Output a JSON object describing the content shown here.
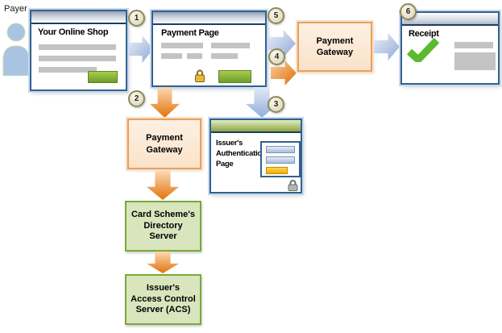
{
  "diagram": {
    "payer_label": "Payer",
    "steps": [
      "1",
      "2",
      "3",
      "4",
      "5",
      "6"
    ],
    "windows": {
      "shop": {
        "title": "Your Online Shop"
      },
      "payment_page": {
        "title": "Payment Page"
      },
      "receipt": {
        "title": "Receipt"
      },
      "issuer_auth": {
        "title": "Issuer's\nAuthentication\nPage"
      }
    },
    "boxes": {
      "payment_gateway_top": {
        "label": "Payment\nGateway"
      },
      "payment_gateway_mid": {
        "label": "Payment\nGateway"
      },
      "directory_server": {
        "label": "Card Scheme's\nDirectory\nServer"
      },
      "acs": {
        "label": "Issuer's\nAccess Control\nServer (ACS)"
      }
    },
    "icons": {
      "payer": "person-icon",
      "payment_page_lock": "gold-padlock-icon",
      "auth_page_lock": "gray-padlock-icon",
      "receipt_check": "green-checkmark-icon"
    },
    "colors": {
      "window_border": "#31618f",
      "titlebar_line": "#1e3c64",
      "green_box_fill": "#d9e5bd",
      "green_box_border": "#78a93a",
      "peach_box_fill": "#fae2c9",
      "peach_box_border": "#e9a05e",
      "blue_arrow": "#8ea9d4",
      "orange_arrow": "#e4720a",
      "button_green": "#6f9c2a",
      "amber_button": "#f0ae00",
      "check_green": "#5bba2e",
      "step_badge_border": "#8c8a5c"
    }
  }
}
